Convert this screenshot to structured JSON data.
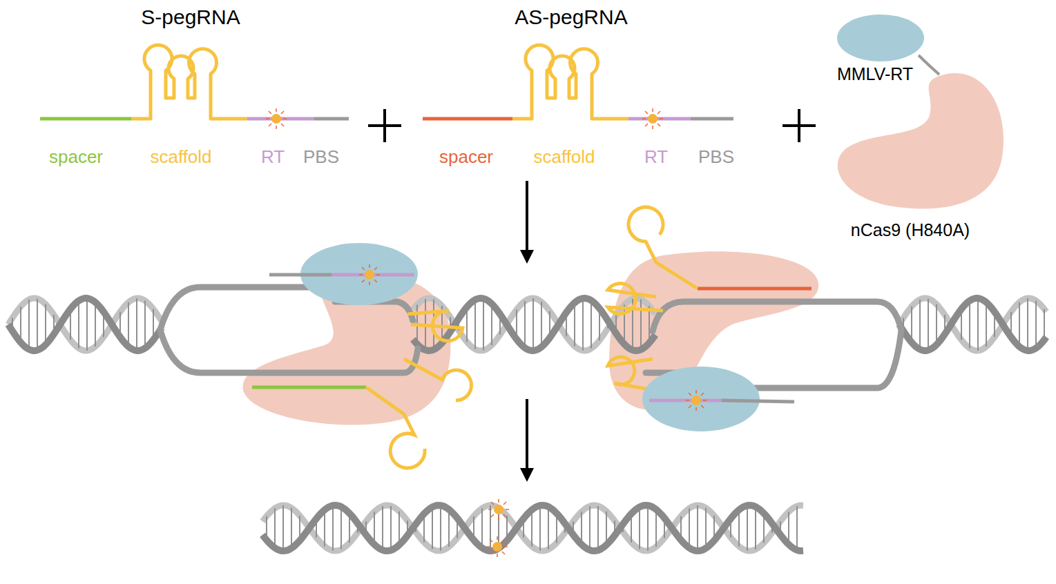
{
  "diagram": {
    "labels": [
      "S-pegRNA",
      "AS-pegRNA",
      "spacer",
      "scaffold",
      "RT",
      "PBS",
      "spacer",
      "scaffold",
      "RT",
      "PBS",
      "MMLV-RT",
      "nCas9 (H840A)"
    ]
  }
}
